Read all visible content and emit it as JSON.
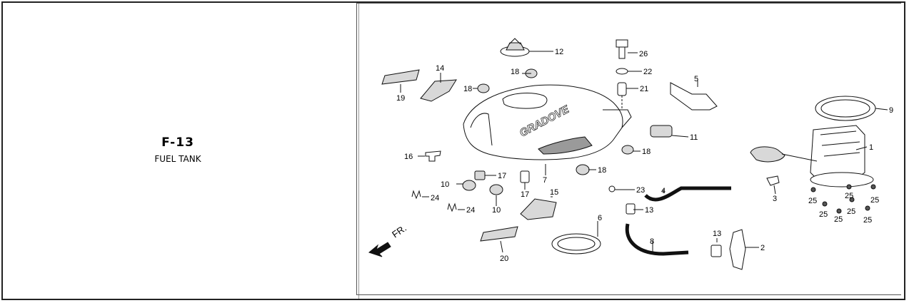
{
  "section": {
    "code": "F-13",
    "title": "FUEL TANK"
  },
  "diagram": {
    "direction_label": "FR.",
    "decal_text": "GRADOVE",
    "callouts": [
      {
        "id": "c1",
        "label": "1"
      },
      {
        "id": "c2",
        "label": "2"
      },
      {
        "id": "c3",
        "label": "3"
      },
      {
        "id": "c4",
        "label": "4"
      },
      {
        "id": "c5",
        "label": "5"
      },
      {
        "id": "c6",
        "label": "6"
      },
      {
        "id": "c7",
        "label": "7"
      },
      {
        "id": "c8",
        "label": "8"
      },
      {
        "id": "c9",
        "label": "9"
      },
      {
        "id": "c10a",
        "label": "10"
      },
      {
        "id": "c10b",
        "label": "10"
      },
      {
        "id": "c11",
        "label": "11"
      },
      {
        "id": "c12",
        "label": "12"
      },
      {
        "id": "c13a",
        "label": "13"
      },
      {
        "id": "c13b",
        "label": "13"
      },
      {
        "id": "c14",
        "label": "14"
      },
      {
        "id": "c15",
        "label": "15"
      },
      {
        "id": "c16",
        "label": "16"
      },
      {
        "id": "c17a",
        "label": "17"
      },
      {
        "id": "c17b",
        "label": "17"
      },
      {
        "id": "c18a",
        "label": "18"
      },
      {
        "id": "c18b",
        "label": "18"
      },
      {
        "id": "c18c",
        "label": "18"
      },
      {
        "id": "c18d",
        "label": "18"
      },
      {
        "id": "c19",
        "label": "19"
      },
      {
        "id": "c20",
        "label": "20"
      },
      {
        "id": "c21",
        "label": "21"
      },
      {
        "id": "c22",
        "label": "22"
      },
      {
        "id": "c23",
        "label": "23"
      },
      {
        "id": "c24a",
        "label": "24"
      },
      {
        "id": "c24b",
        "label": "24"
      },
      {
        "id": "c25a",
        "label": "25"
      },
      {
        "id": "c25b",
        "label": "25"
      },
      {
        "id": "c25c",
        "label": "25"
      },
      {
        "id": "c25d",
        "label": "25"
      },
      {
        "id": "c25e",
        "label": "25"
      },
      {
        "id": "c25f",
        "label": "25"
      },
      {
        "id": "c25g",
        "label": "25"
      },
      {
        "id": "c26",
        "label": "26"
      }
    ]
  }
}
